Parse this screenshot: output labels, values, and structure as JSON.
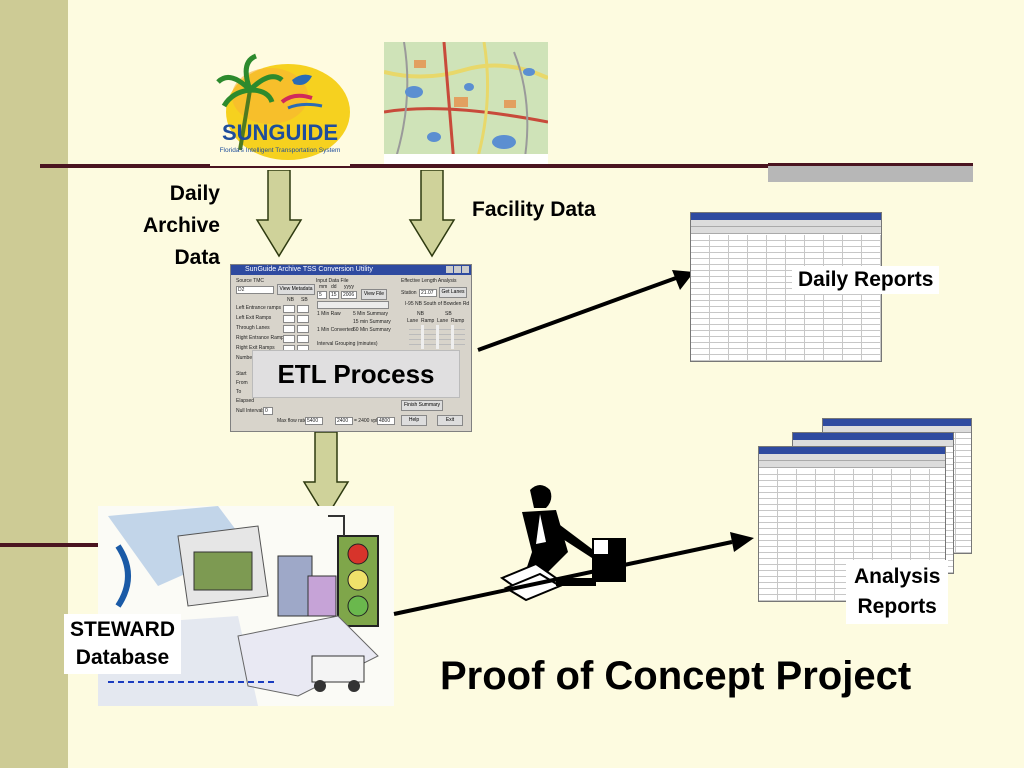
{
  "labels": {
    "daily_archive": [
      "Daily",
      "Archive",
      "Data"
    ],
    "facility_data": "Facility Data",
    "daily_reports": "Daily Reports",
    "etl_process": "ETL Process",
    "steward": [
      "STEWARD",
      "Database"
    ],
    "analysis": [
      "Analysis",
      "Reports"
    ]
  },
  "title": "Proof of Concept Project",
  "sunguide_logo": {
    "main": "SUNGUIDE",
    "sub": "Florida's Intelligent Transportation System"
  },
  "etl_window": {
    "title": "SunGuide Archive TSS Conversion Utility",
    "source_tmc_label": "Source TMC",
    "source_tmc_value": "D2",
    "view_metadata": "View Metadata",
    "nb": "NB",
    "sb": "SB",
    "rows": [
      "Left Entrance ramps",
      "Left Exit Ramps",
      "Through Lanes",
      "Right Entrance Ramps",
      "Right Exit Ramps",
      "Number of Stations"
    ],
    "input_data_file": "Input  Data File",
    "mm": "mm",
    "dd": "dd",
    "yyyy": "yyyy",
    "date_m": "5",
    "date_d": "15",
    "date_y": "2006",
    "view_file": "View File",
    "options": [
      "1 Min Raw",
      "5 Min Summary",
      "15 min Summary",
      "1 Min Converted",
      "60 Min Summary"
    ],
    "interval_grouping": "Interval Grouping (minutes)",
    "effective_length": "Effective Length Analysis",
    "station": "Station",
    "station_value": "21.07",
    "get_lanes": "Get Lanes",
    "location": "I-95 NB South of Bowden Rd",
    "lane": "Lane",
    "ramp": "Ramp",
    "side_labels": [
      "Start",
      "From",
      "To",
      "Elapsed",
      "Null Intervals"
    ],
    "null_value": "0",
    "max_flow_rate": "Max flow rate",
    "max_flow_a": "5400",
    "max_flow_b": "2400",
    "max_flow_unit": "= 2400 vph",
    "max_flow_c": "4800",
    "finish_summary": "Finish Summary",
    "help": "Help",
    "exit": "Exit"
  }
}
